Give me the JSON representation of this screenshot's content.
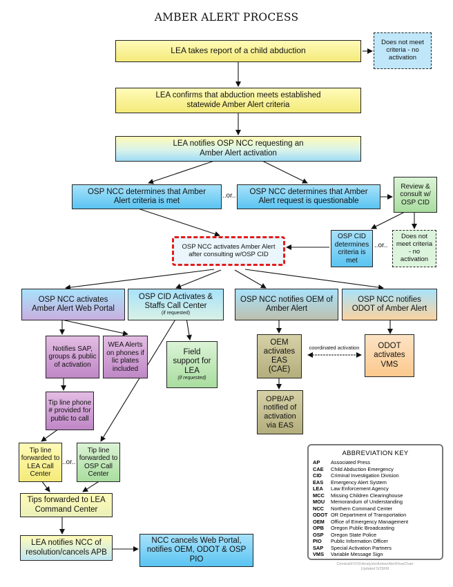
{
  "title": "AMBER ALERT PROCESS",
  "nodes": {
    "report": "LEA takes report of a child abduction",
    "no_criteria": "Does not meet criteria - no activation",
    "confirms_1": "LEA confirms that abduction meets established",
    "confirms_2": "statewide Amber Alert criteria",
    "notifies_1": "LEA notifies OSP NCC requesting an",
    "notifies_2": "Amber Alert activation",
    "met": "OSP NCC determines that Amber Alert criteria is met",
    "or1": "..or..",
    "questionable": "OSP NCC determines that Amber Alert request is questionable",
    "review": "Review & consult w/ OSP CID",
    "activates_center": "OSP NCC activates Amber Alert after consulting w/OSP CID",
    "cid_met": "OSP CID determines criteria is met",
    "or2": "..or..",
    "no_activation2": "Does not meet criteria - no activation",
    "web_portal": "OSP NCC activates Amber Alert Web Portal",
    "call_center": "OSP CID Activates & Staffs Call Center",
    "call_center_note": "(if requested)",
    "notify_oem": "OSP NCC notifies OEM of Amber Alert",
    "notify_odot": "OSP NCC notifies ODOT of Amber Alert",
    "notifies_sap": "Notifies SAP, groups & public of activation",
    "wea": "WEA Alerts on phones if lic plates included",
    "field_support": "Field support for LEA",
    "field_note": "(if requested)",
    "oem_eas": "OEM activates EAS (CAE)",
    "coordinated": "coordinated activation",
    "odot_vms": "ODOT activates VMS",
    "tip_line": "Tip line phone # provided for public to call",
    "opb": "OPB/AP notified of activation via EAS",
    "tip_lea": "Tip line forwarded to LEA Call Center",
    "or3": "..or..",
    "tip_osp": "Tip line forwarded to OSP Call Center",
    "tips_forwarded": "Tips forwarded to LEA Command Center",
    "lea_resolution": "LEA notifies NCC of resolution/cancels APB",
    "ncc_cancels": "NCC cancels Web Portal, notifies OEM, ODOT & OSP PIO"
  },
  "key": {
    "title": "ABBREVIATION KEY",
    "items": [
      {
        "abbr": "AP",
        "meaning": "Associated Press"
      },
      {
        "abbr": "CAE",
        "meaning": "Child Abduction Emergency"
      },
      {
        "abbr": "CID",
        "meaning": "Criminal Investigation Division"
      },
      {
        "abbr": "EAS",
        "meaning": "Emergency Alert System"
      },
      {
        "abbr": "LEA",
        "meaning": "Law Enforcement Agency"
      },
      {
        "abbr": "MCC",
        "meaning": "Missing Children Clearinghouse"
      },
      {
        "abbr": "MOU",
        "meaning": "Memorandum of Understanding"
      },
      {
        "abbr": "NCC",
        "meaning": "Northern Command Center"
      },
      {
        "abbr": "ODOT",
        "meaning": "OR Department of Transportation"
      },
      {
        "abbr": "OEM",
        "meaning": "Office of Emergency Management"
      },
      {
        "abbr": "OPB",
        "meaning": "Oregon Public Broadcasting"
      },
      {
        "abbr": "OSP",
        "meaning": "Oregon State Police"
      },
      {
        "abbr": "PIO",
        "meaning": "Public Information Officer"
      },
      {
        "abbr": "SAP",
        "meaning": "Special Activation Partners"
      },
      {
        "abbr": "VMS",
        "meaning": "Variable Message Sign"
      }
    ]
  },
  "footer": {
    "path": "Criminal\\IVOS\\Analysts\\AmberAlertFlowChart",
    "updated": "Updated 5/29/08"
  }
}
